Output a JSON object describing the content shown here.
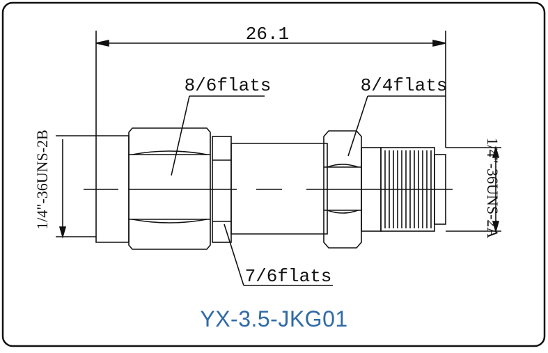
{
  "drawing": {
    "dimension_length": "26.1",
    "label_top_left": "8/6flats",
    "label_top_right": "8/4flats",
    "label_bottom": "7/6flats",
    "thread_left": "1/4\"-36UNS-2B",
    "thread_right": "1/4\"-36UNS-2A"
  },
  "caption": {
    "text": "YX-3.5-JKG01",
    "color": "#2f6aa6"
  },
  "colors": {
    "frame": "#111111",
    "line": "#111111"
  }
}
